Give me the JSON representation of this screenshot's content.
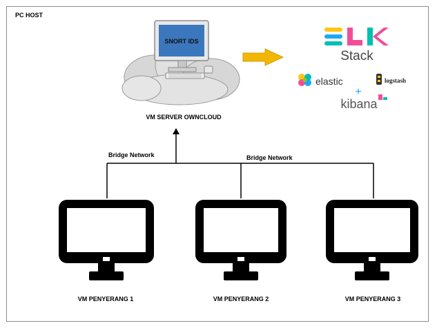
{
  "frame": {
    "title": "PC HOST"
  },
  "server": {
    "screen_label": "SNORT IDS",
    "caption": "VM SERVER OWNCLOUD"
  },
  "network": {
    "left_label": "Bridge Network",
    "right_label": "Bridge Network"
  },
  "elk": {
    "word": "Stack",
    "elastic": "elastic",
    "logstash": "logstash",
    "plus": "+",
    "kibana": "kibana"
  },
  "attackers": [
    {
      "label": "VM PENYERANG 1"
    },
    {
      "label": "VM PENYERANG 2"
    },
    {
      "label": "VM PENYERANG 3"
    }
  ],
  "colors": {
    "arrow": "#f2b705",
    "elk_e": "#1ba9f5",
    "elk_l": "#f04e98",
    "elk_k": "#00bfb3",
    "stroke": "#000000",
    "screen": "#2f6db3"
  }
}
